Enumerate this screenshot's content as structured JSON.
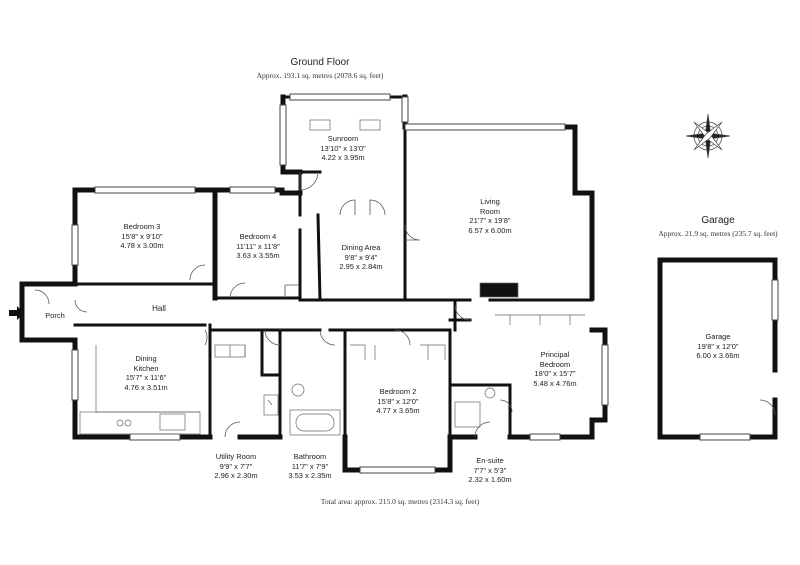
{
  "ground_floor": {
    "title": "Ground Floor",
    "area": "Approx. 193.1 sq. metres (2078.6 sq. feet)"
  },
  "garage_block": {
    "title": "Garage",
    "area": "Approx. 21.9 sq. metres (235.7 sq. feet)"
  },
  "total_area": "Total area: approx. 215.0 sq. metres (2314.3 sq. feet)",
  "rooms": {
    "sunroom": {
      "name": "Sunroom",
      "imperial": "13'10\" x 13'0\"",
      "metric": "4.22 x 3.95m"
    },
    "living": {
      "name_1": "Living",
      "name_2": "Room",
      "imperial": "21'7\" x 19'8\"",
      "metric": "6.57 x 6.00m"
    },
    "bedroom3": {
      "name": "Bedroom 3",
      "imperial": "15'8\" x 9'10\"",
      "metric": "4.78 x 3.00m"
    },
    "bedroom4": {
      "name": "Bedroom 4",
      "imperial": "11'11\" x 11'8\"",
      "metric": "3.63 x 3.55m"
    },
    "dining_area": {
      "name": "Dining Area",
      "imperial": "9'8\" x 9'4\"",
      "metric": "2.95 x 2.84m"
    },
    "hall": {
      "name": "Hall"
    },
    "porch": {
      "name": "Porch"
    },
    "dining_kitchen": {
      "name_1": "Dining",
      "name_2": "Kitchen",
      "imperial": "15'7\" x 11'6\"",
      "metric": "4.76 x 3.51m"
    },
    "utility": {
      "name": "Utility Room",
      "imperial": "9'9\" x 7'7\"",
      "metric": "2.96 x 2.30m"
    },
    "bathroom": {
      "name": "Bathroom",
      "imperial": "11'7\" x 7'9\"",
      "metric": "3.53 x 2.35m"
    },
    "bedroom2": {
      "name": "Bedroom 2",
      "imperial": "15'8\" x 12'0\"",
      "metric": "4.77 x 3.65m"
    },
    "principal": {
      "name_1": "Principal",
      "name_2": "Bedroom",
      "imperial": "18'0\" x 15'7\"",
      "metric": "5.48 x 4.76m"
    },
    "ensuite": {
      "name": "En-suite",
      "imperial": "7'7\" x 5'3\"",
      "metric": "2.32 x 1.60m"
    },
    "garage": {
      "name": "Garage",
      "imperial": "19'8\" x 12'0\"",
      "metric": "6.00 x 3.66m"
    }
  },
  "icons": {
    "compass": "compass-rose-icon",
    "entrance": "entrance-arrow-icon"
  },
  "colors": {
    "wall": "#111111",
    "line": "#555555",
    "background": "#ffffff"
  }
}
